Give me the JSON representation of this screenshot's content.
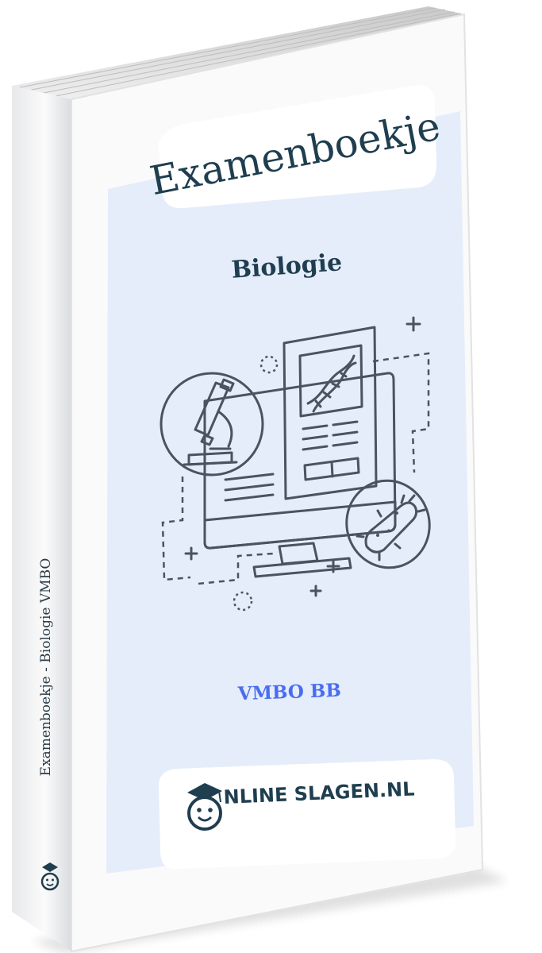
{
  "cover": {
    "title": "Examenboekje",
    "subject": "Biologie",
    "level": "VMBO BB",
    "logo_text": "NLINE SLAGEN.NL"
  },
  "spine": {
    "text": "Examenboekje - Biologie VMBO"
  },
  "colors": {
    "panel": "#e5edfb",
    "title": "#1f3e4f",
    "level": "#4a6cf0",
    "microscope_tube": "#3f63e8",
    "bacterium": "#55d147",
    "slide_bar": "#f2cf1f"
  },
  "icons": [
    "microscope-icon",
    "dna-icon",
    "bacterium-icon",
    "computer-monitor-icon",
    "graduation-cap-smiley-icon"
  ]
}
